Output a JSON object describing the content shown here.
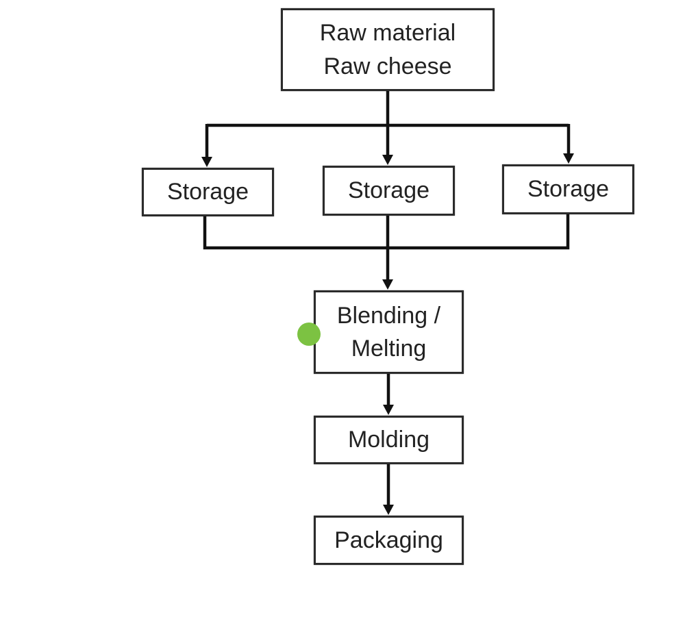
{
  "diagram": {
    "nodes": {
      "raw_material": {
        "line1": "Raw material",
        "line2": "Raw cheese"
      },
      "storage_left": {
        "label": "Storage"
      },
      "storage_center": {
        "label": "Storage"
      },
      "storage_right": {
        "label": "Storage"
      },
      "blending_melting": {
        "line1": "Blending /",
        "line2": "Melting"
      },
      "molding": {
        "label": "Molding"
      },
      "packaging": {
        "label": "Packaging"
      }
    },
    "edges": [
      {
        "from": "raw_material",
        "to": "storage_left"
      },
      {
        "from": "raw_material",
        "to": "storage_center"
      },
      {
        "from": "raw_material",
        "to": "storage_right"
      },
      {
        "from": "storage_left",
        "to": "blending_melting"
      },
      {
        "from": "storage_center",
        "to": "blending_melting"
      },
      {
        "from": "storage_right",
        "to": "blending_melting"
      },
      {
        "from": "blending_melting",
        "to": "molding"
      },
      {
        "from": "molding",
        "to": "packaging"
      }
    ],
    "colors": {
      "line": "#111111",
      "box_border": "#2b2b2b",
      "marker_dot": "#7cc242"
    }
  }
}
